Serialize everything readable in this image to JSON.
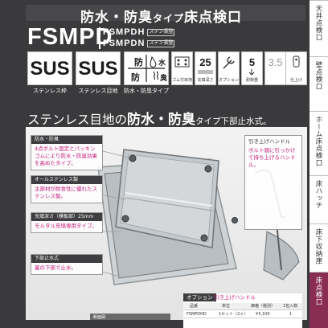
{
  "header": {
    "title_main": "防水・防臭",
    "title_small": "タイプ",
    "title_tail": "床点検口",
    "model": "FSMPD",
    "variants": [
      {
        "code": "FSMPDH",
        "tag": "ステン長型"
      },
      {
        "code": "FSMPDN",
        "tag": "ステン長型"
      }
    ]
  },
  "features": [
    {
      "main": "SUS",
      "label": "ステンレス枠"
    },
    {
      "main": "SUS",
      "label": "ステンレス目地"
    },
    {
      "chars": [
        "防",
        "水",
        "防",
        "臭"
      ],
      "label": "防水・防臭タイプ"
    }
  ],
  "chips": [
    {
      "top": "",
      "big": "",
      "bottom": "ゴム付目地"
    },
    {
      "top": "",
      "big": "25",
      "bottom": "充填深さ"
    },
    {
      "top": "",
      "big": "",
      "bottom": "オプション"
    },
    {
      "top": "",
      "big": "5",
      "bottom": "耐荷重"
    },
    {
      "top": "",
      "big": "3.5",
      "bottom": ""
    },
    {
      "top": "",
      "big": "",
      "bottom": "仕上げ"
    }
  ],
  "headline": {
    "part1": "ステンレス目地の",
    "part2": "防水・防臭",
    "part3": "タイプ",
    "part4": "下部止水式。"
  },
  "callouts": [
    {
      "head": "防水・防臭",
      "body": "4点ボルト固定とパッキンゴムにより防水・防臭効果を高めたタイプ。"
    },
    {
      "head": "オールステンレス製",
      "body": "主部材が耐食性に優れたステンレス製。"
    },
    {
      "head": "充填深さ（模板部）25mm",
      "body": "モルタル充填専用タイプ。"
    },
    {
      "head": "下部止水式",
      "body": "蓋の下部で止水。"
    }
  ],
  "handle": {
    "head": "引き上げハンドル",
    "body": "ボルト頭に引っかけて持ち上げるハンドル。"
  },
  "caption": "断面図",
  "option": {
    "tag": "オプション",
    "title": "引き上げハンドル",
    "headers": [
      "品番",
      "単位",
      "価格（税別）",
      "1包入数"
    ],
    "row": [
      "FSMPDHD",
      "1セット（2ヶ）",
      "¥3,100",
      "1"
    ]
  },
  "tabs": [
    {
      "label": "天井点検口",
      "active": false
    },
    {
      "label": "壁点検口",
      "active": false
    },
    {
      "label": "ホーム床点検口",
      "active": false
    },
    {
      "label": "床ハッチ",
      "active": false
    },
    {
      "label": "床下収納庫",
      "active": false
    },
    {
      "label": "床点検口",
      "active": true
    }
  ],
  "colors": {
    "panel": "#3a3a3c",
    "accent_text": "#c6197a",
    "active_tab": "#8a2d54"
  }
}
